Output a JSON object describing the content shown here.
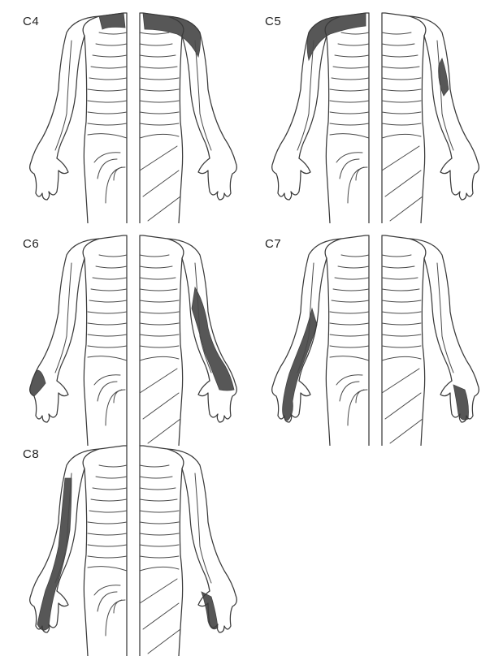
{
  "figures": [
    {
      "label": "C4"
    },
    {
      "label": "C5"
    },
    {
      "label": "C6"
    },
    {
      "label": "C7"
    },
    {
      "label": "C8"
    }
  ],
  "shade_color": "#4f4f4f"
}
